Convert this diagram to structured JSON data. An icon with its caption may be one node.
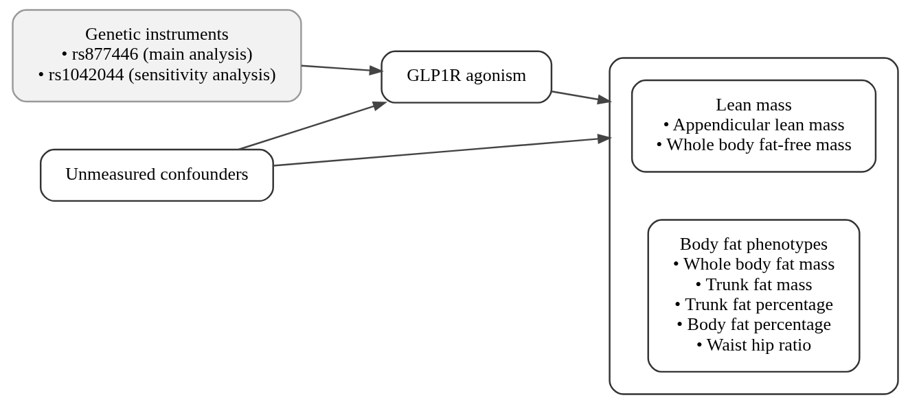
{
  "diagram": {
    "nodes": [
      {
        "text": [
          "Genetic instruments",
          "• rs877446 (main analysis)",
          "• rs1042044 (sensitivity analysis)"
        ]
      },
      {
        "text": [
          "GLP1R agonism"
        ]
      },
      {
        "text": [
          "Unmeasured confounders"
        ]
      },
      {
        "text": [],
        "shape": "box"
      },
      {
        "text": [
          "Lean mass",
          "• Appendicular lean mass",
          "• Whole body fat-free mass"
        ],
        "in": 3
      },
      {
        "text": [
          "Body fat phenotypes",
          "• Whole body fat mass",
          "• Trunk fat mass",
          "• Trunk fat percentage",
          "• Body fat percentage",
          "• Waist hip ratio"
        ],
        "in": 3
      }
    ],
    "edges": [
      {
        "from": 0,
        "to": 1,
        "arrow": "to"
      },
      {
        "from": 2,
        "to": 1,
        "arrow": "to"
      },
      {
        "from": 2,
        "to": 3,
        "arrow": "to"
      },
      {
        "from": 1,
        "to": 3,
        "arrow": "to"
      }
    ]
  }
}
